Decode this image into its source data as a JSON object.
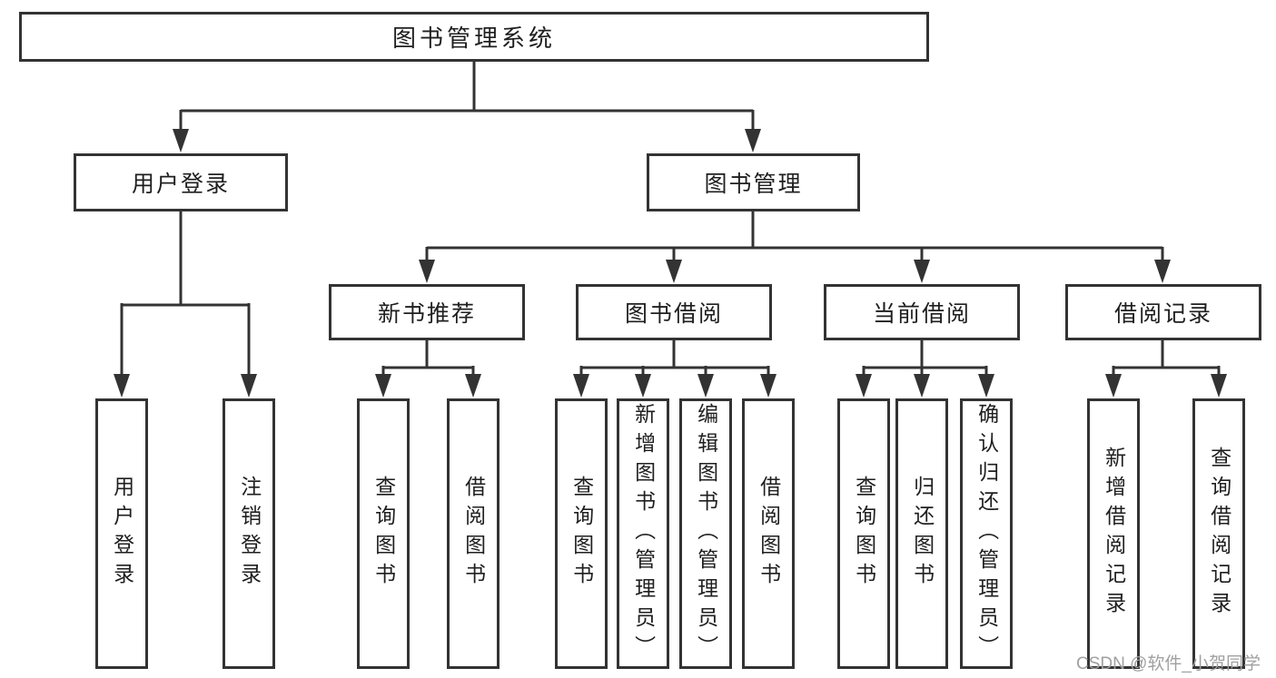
{
  "tree": {
    "root": "图书管理系统",
    "level2": [
      "用户登录",
      "图书管理"
    ],
    "level3": [
      "新书推荐",
      "图书借阅",
      "当前借阅",
      "借阅记录"
    ],
    "level4": [
      "用户登录",
      "注销登录",
      "查询图书",
      "借阅图书",
      "查询图书",
      "新增图书（管理员）",
      "编辑图书（管理员）",
      "借阅图书",
      "查询图书",
      "归还图书",
      "确认归还（管理员）",
      "新增借阅记录",
      "查询借阅记录"
    ]
  },
  "watermark": "CSDN @软件_小贺同学",
  "colors": {
    "line": "#333333",
    "box_border": "#333333",
    "text": "#1f1f1f",
    "watermark": "#a0a0a0",
    "background": "#ffffff"
  }
}
